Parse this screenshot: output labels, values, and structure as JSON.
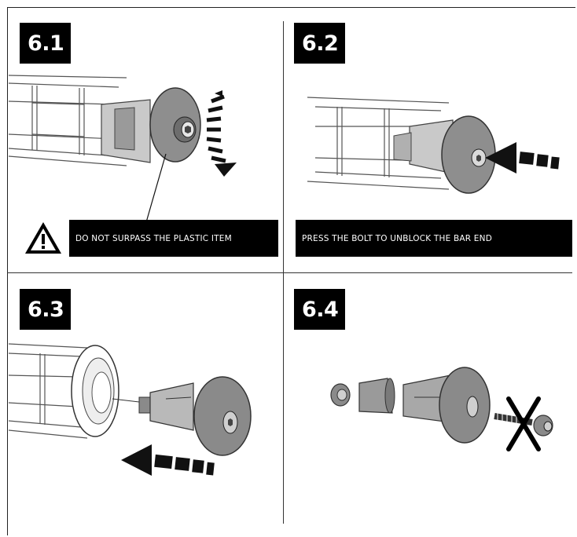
{
  "steps": [
    {
      "number": "6.1",
      "caption": "DO NOT SURPASS THE PLASTIC ITEM",
      "icon": "warning-triangle-icon"
    },
    {
      "number": "6.2",
      "caption": "PRESS THE BOLT TO UNBLOCK THE BAR END"
    },
    {
      "number": "6.3"
    },
    {
      "number": "6.4"
    }
  ],
  "colors": {
    "ink": "#000000",
    "part_gray": "#8a8a8a",
    "part_light": "#b8b8b8",
    "bar_white": "#ffffff"
  }
}
